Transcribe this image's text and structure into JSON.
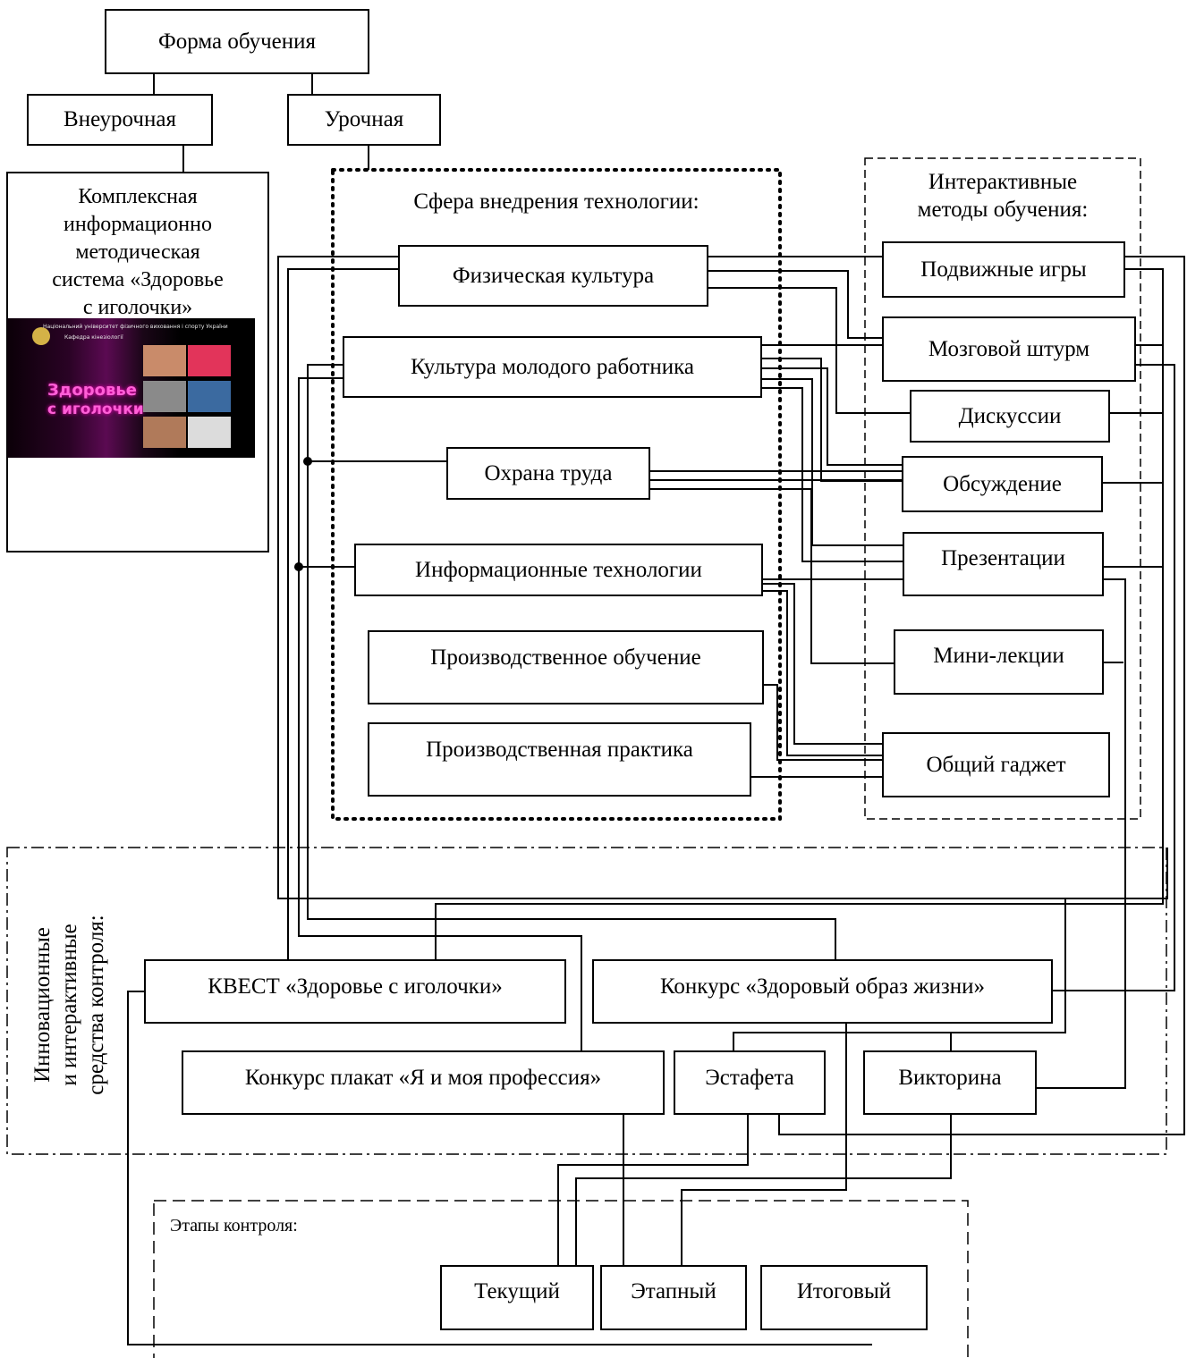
{
  "form": {
    "title": "Форма обучения",
    "extracurricular": "Внеурочная",
    "classroom": "Урочная"
  },
  "system": {
    "lines": [
      "Комплексная",
      "информационно",
      "методическая",
      "система «Здоровье",
      "с иголочки»"
    ],
    "cover_title": "Здоровье",
    "cover_subtitle": "с иголочки",
    "cover_header": "Національний університет фізичного виховання і спорту України",
    "cover_dept": "Кафедра кінезіології"
  },
  "sphere": {
    "title": "Сфера внедрения технологии:",
    "items": [
      "Физическая культура",
      "Культура молодого работника",
      "Охрана труда",
      "Информационные технологии",
      "Производственное обучение",
      "Производственная практика"
    ]
  },
  "methods": {
    "title_line1": "Интерактивные",
    "title_line2": "методы обучения:",
    "items": [
      "Подвижные игры",
      "Мозговой штурм",
      "Дискуссии",
      "Обсуждение",
      "Презентации",
      "Мини-лекции",
      "Общий гаджет"
    ]
  },
  "control": {
    "title_line1": "Инновационные",
    "title_line2": "и интерактивные",
    "title_line3": "средства  контроля:",
    "items": [
      "КВЕСТ «Здоровье с иголочки»",
      "Конкурс «Здоровый образ жизни»",
      "Конкурс плакат «Я и моя профессия»",
      "Эстафета",
      "Викторина"
    ]
  },
  "stages": {
    "title": "Этапы контроля:",
    "items": [
      "Текущий",
      "Этапный",
      "Итоговый"
    ]
  }
}
